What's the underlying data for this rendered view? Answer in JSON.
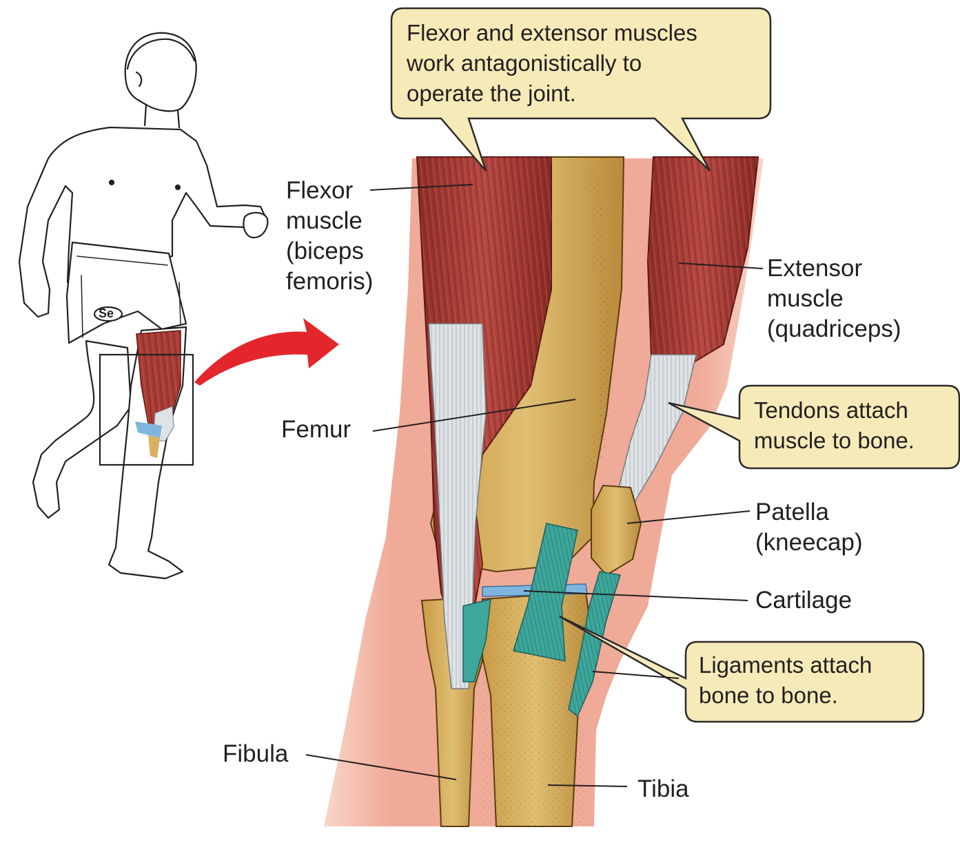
{
  "callouts": {
    "top": [
      "Flexor and extensor muscles",
      "work antagonistically to",
      "operate the joint."
    ],
    "tendons": [
      "Tendons attach",
      "muscle to bone."
    ],
    "ligaments": [
      "Ligaments attach",
      "bone to bone."
    ]
  },
  "labels": {
    "flexor": [
      "Flexor",
      "muscle",
      "(biceps",
      "femoris)"
    ],
    "extensor": [
      "Extensor",
      "muscle",
      "(quadriceps)"
    ],
    "femur": "Femur",
    "patella": [
      "Patella",
      "(kneecap)"
    ],
    "cartilage": "Cartilage",
    "fibula": "Fibula",
    "tibia": "Tibia"
  },
  "figure": {
    "shorts_logo": "Se"
  },
  "colors": {
    "callout_fill": "#f6eab8",
    "callout_stroke": "#2a2a2a",
    "skin": "#f2b6a4",
    "muscle": "#a83c34",
    "tendon": "#dfe3e6",
    "bone": "#d8b060",
    "ligament": "#3ea79c",
    "cartilage": "#7fb6dd",
    "arrow": "#e2262c",
    "leader": "#231f20"
  }
}
